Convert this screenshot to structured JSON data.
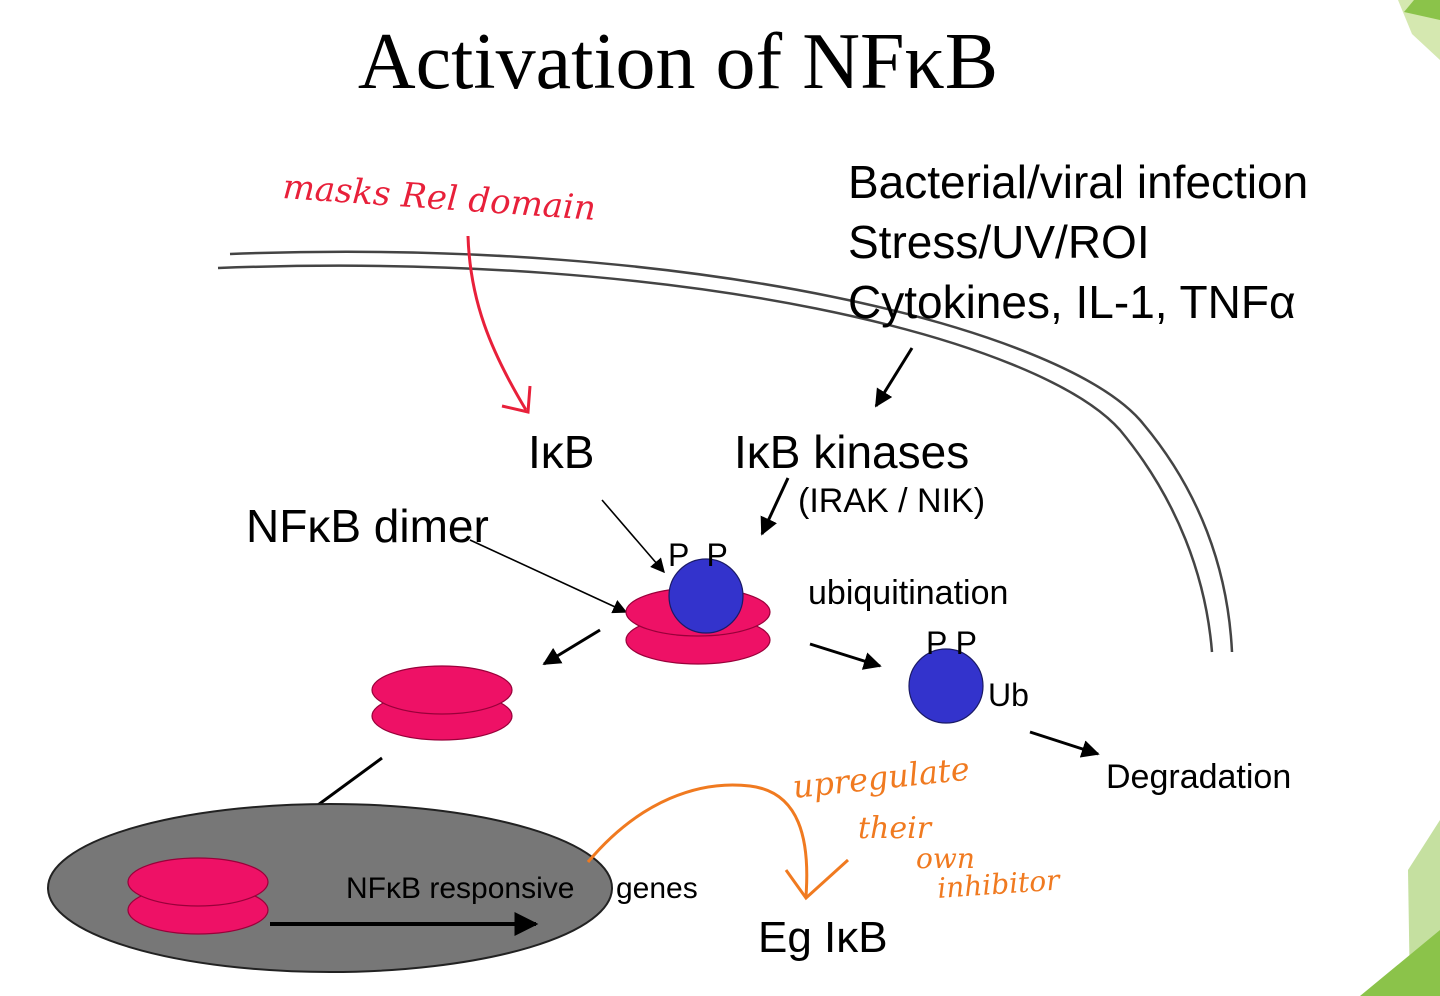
{
  "title": "Activation of NFκB",
  "stimuli": {
    "line1": "Bacterial/viral infection",
    "line2": "Stress/UV/ROI",
    "line3": "Cytokines, IL-1, TNFα"
  },
  "labels": {
    "ikb": "IκB",
    "ikb_kinases": "IκB kinases",
    "kinase_examples": "(IRAK / NIK)",
    "nfkb_dimer": "NFκB dimer",
    "phospho_top": "P  P",
    "phospho_right": "P P",
    "ubiquitination": "ubiquitination",
    "ub": "Ub",
    "degradation": "Degradation",
    "responsive_genes_1": "NFκB responsive",
    "responsive_genes_2": "genes",
    "eg_ikb": "Eg IκB"
  },
  "annotations": {
    "red_note": "masks Rel domain",
    "orange_note_1": "upregulate",
    "orange_note_2": "their",
    "orange_note_3": "own",
    "orange_note_4": "inhibitor"
  },
  "colors": {
    "nfkb": "#ee1166",
    "nfkb_outline": "#99003a",
    "ikb_ball": "#3333cc",
    "nucleus": "#777777",
    "red_ink": "#e8203a",
    "orange_ink": "#f07a20",
    "accent_green": "#8bc34a"
  }
}
